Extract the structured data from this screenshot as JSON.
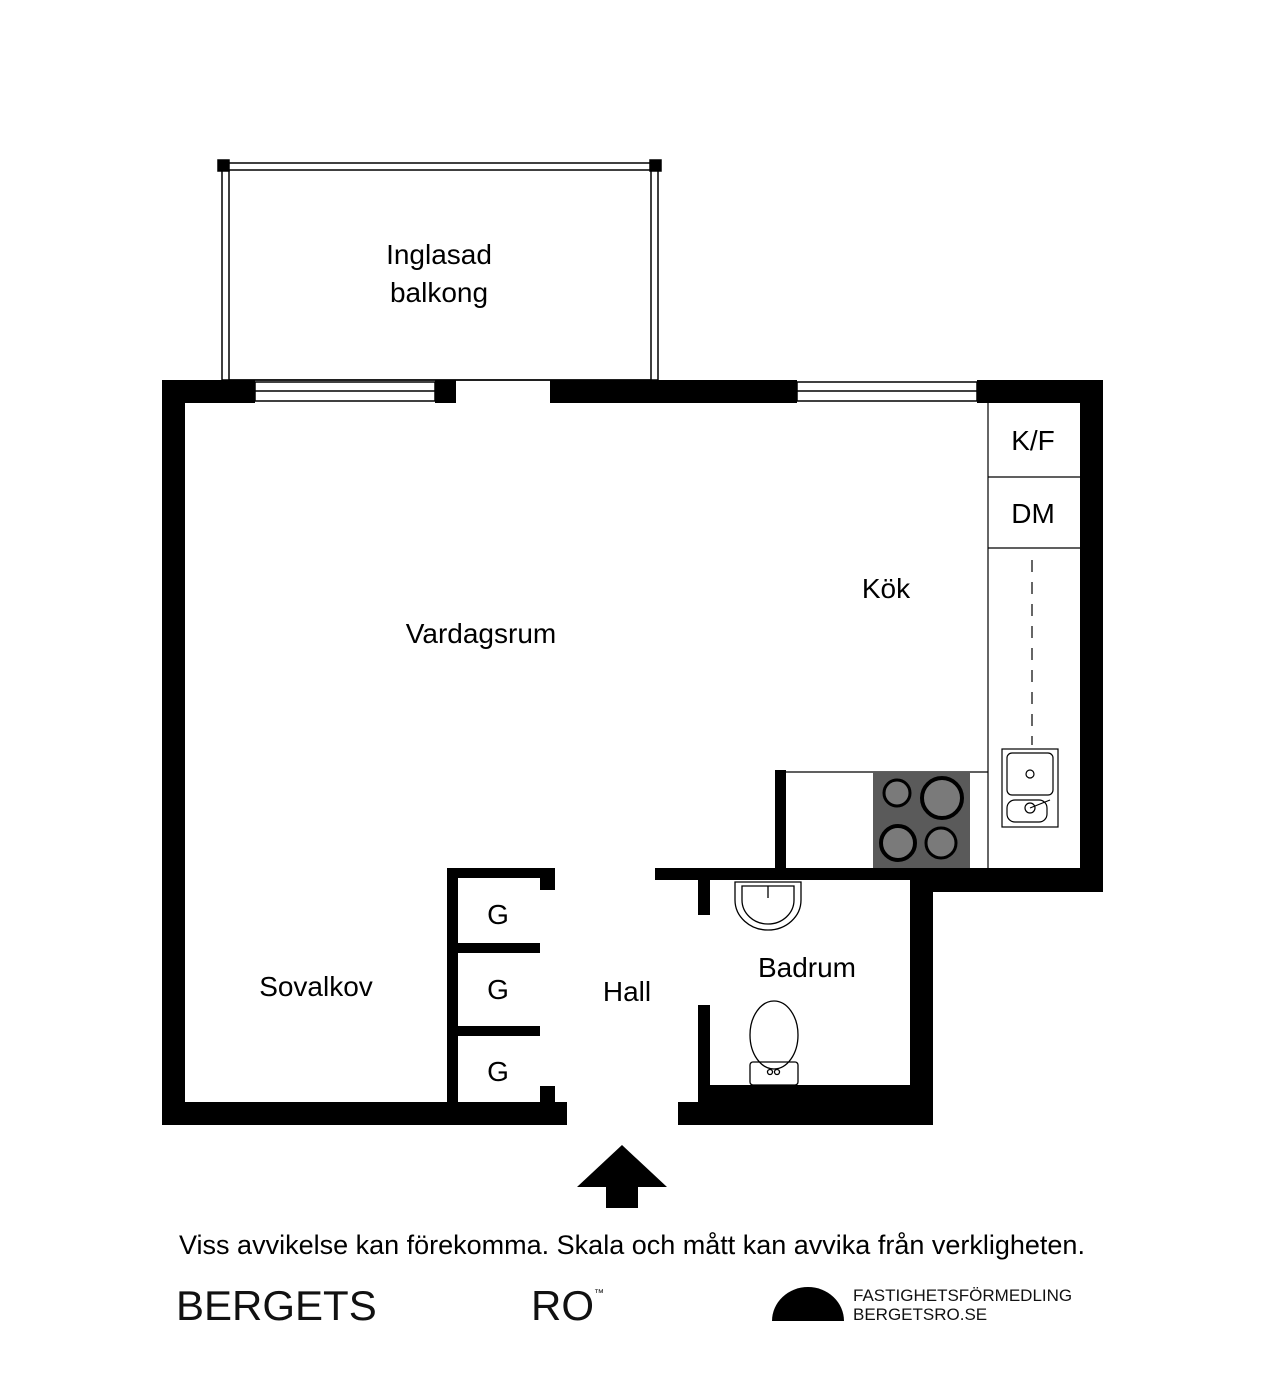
{
  "rooms": {
    "balcony": [
      "Inglasad",
      "balkong"
    ],
    "living": "Vardagsrum",
    "kitchen": "Kök",
    "fridge_freezer": "K/F",
    "dishwasher": "DM",
    "bedroom": "Sovalkov",
    "hall": "Hall",
    "bathroom": "Badrum",
    "closets": [
      "G",
      "G",
      "G"
    ]
  },
  "disclaimer": "Viss avvikelse kan förekomma. Skala och mått kan avvika från verkligheten.",
  "footer": {
    "brand_left": "BERGETS",
    "brand_right": "RO",
    "trademark": "™",
    "agency_line1": "FASTIGHETSFÖRMEDLING",
    "agency_line2": "BERGETSRO.SE"
  },
  "colors": {
    "wall": "#000000",
    "stove": "#5a5a5a",
    "burner": "#7a7a7a"
  }
}
